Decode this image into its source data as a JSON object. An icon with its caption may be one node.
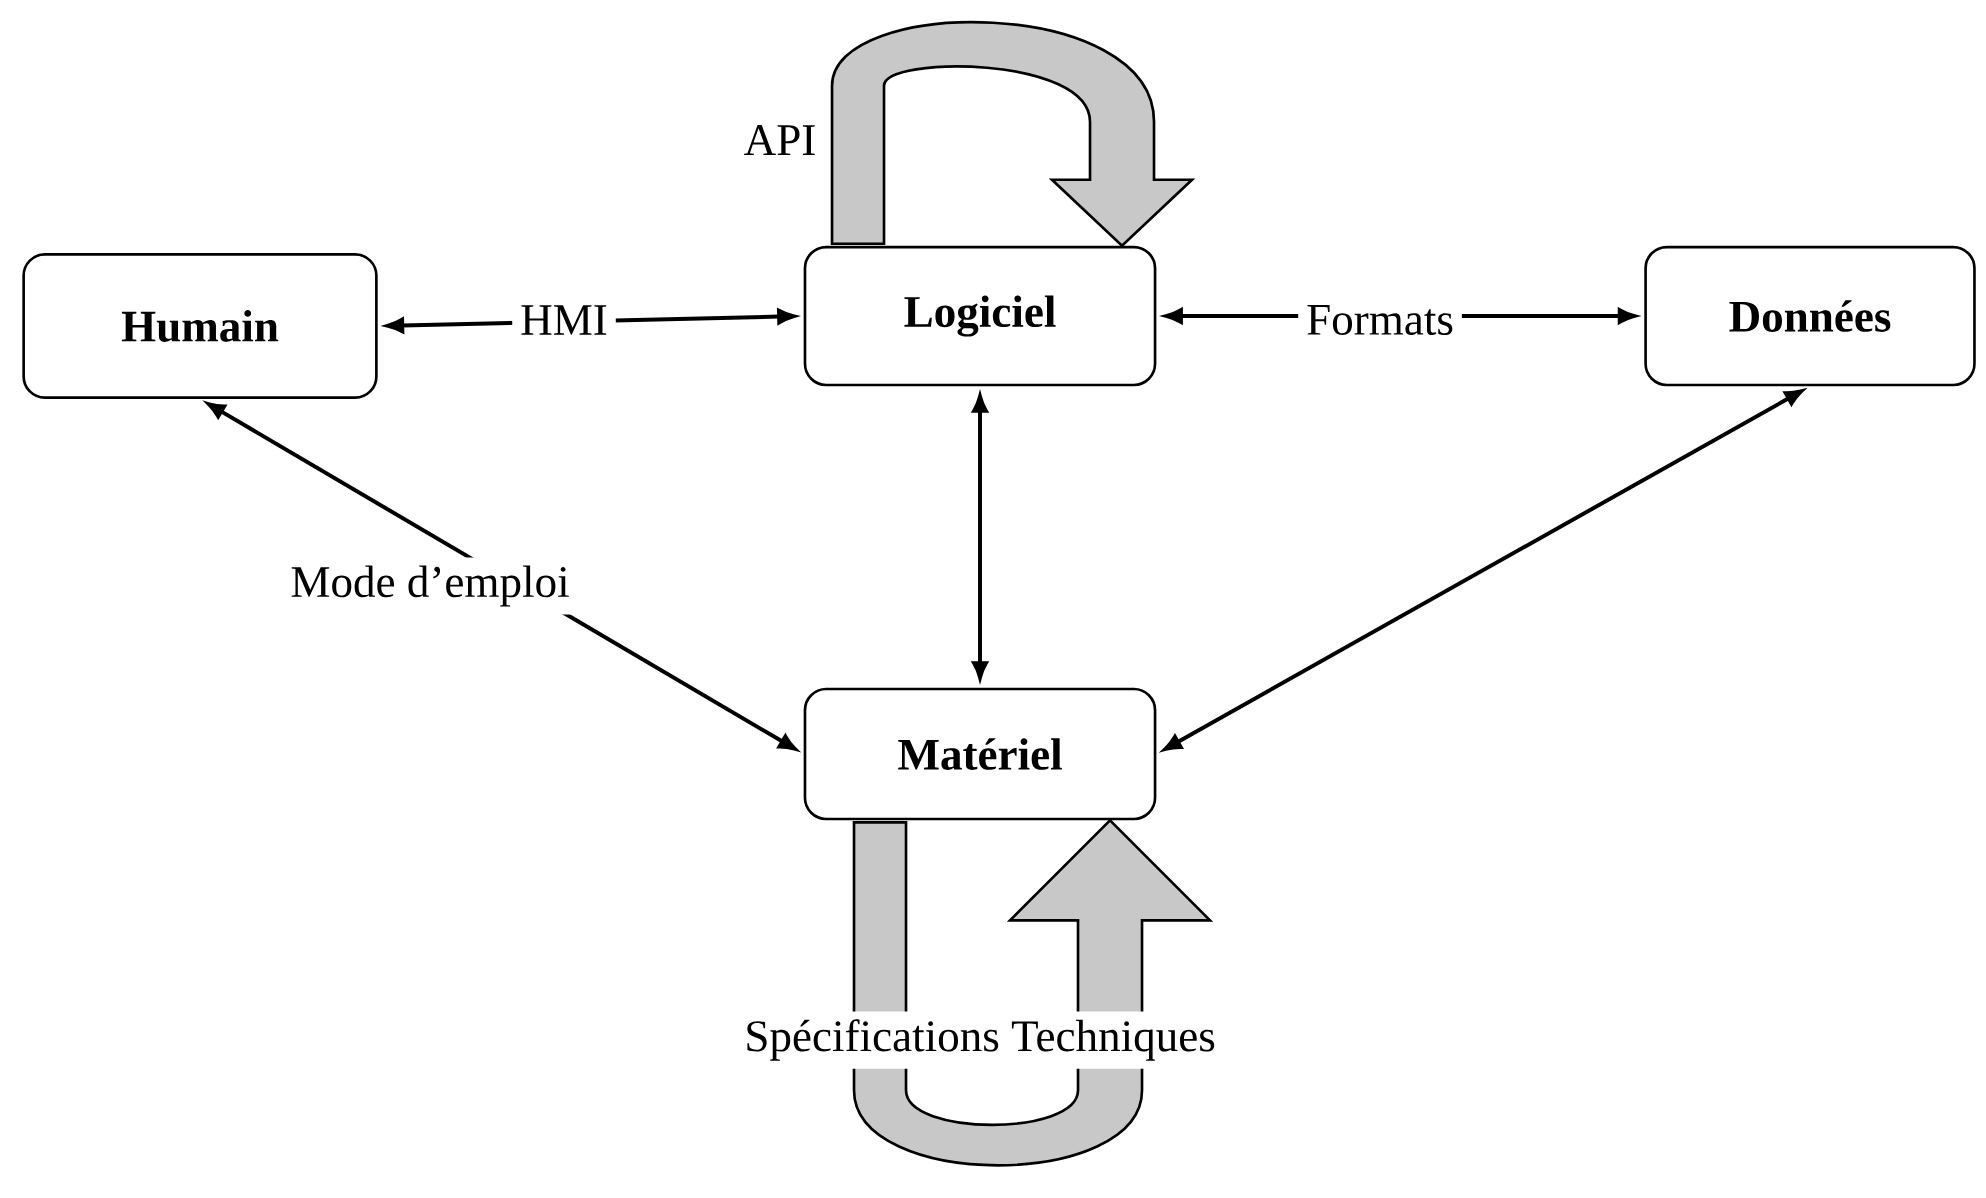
{
  "diagram": {
    "nodes": [
      {
        "text": [
          "Humain"
        ]
      },
      {
        "text": [
          "Logiciel"
        ]
      },
      {
        "text": [
          "Données"
        ]
      },
      {
        "text": [
          "Matériel"
        ]
      }
    ],
    "edges": [
      {
        "from": 0,
        "to": 1,
        "arrow": "both",
        "label": "HMI"
      },
      {
        "from": 1,
        "to": 2,
        "arrow": "both",
        "label": "Formats"
      },
      {
        "from": 3,
        "to": 0,
        "arrow": "both",
        "label": "Mode d’emploi"
      },
      {
        "from": 1,
        "to": 3,
        "arrow": "both"
      },
      {
        "from": 2,
        "to": 3,
        "arrow": "both"
      },
      {
        "from": 1,
        "to": 1,
        "arrow": "to",
        "label": "API"
      },
      {
        "from": 3,
        "to": 3,
        "arrow": "to",
        "label": "Spécifications Techniques"
      }
    ]
  }
}
